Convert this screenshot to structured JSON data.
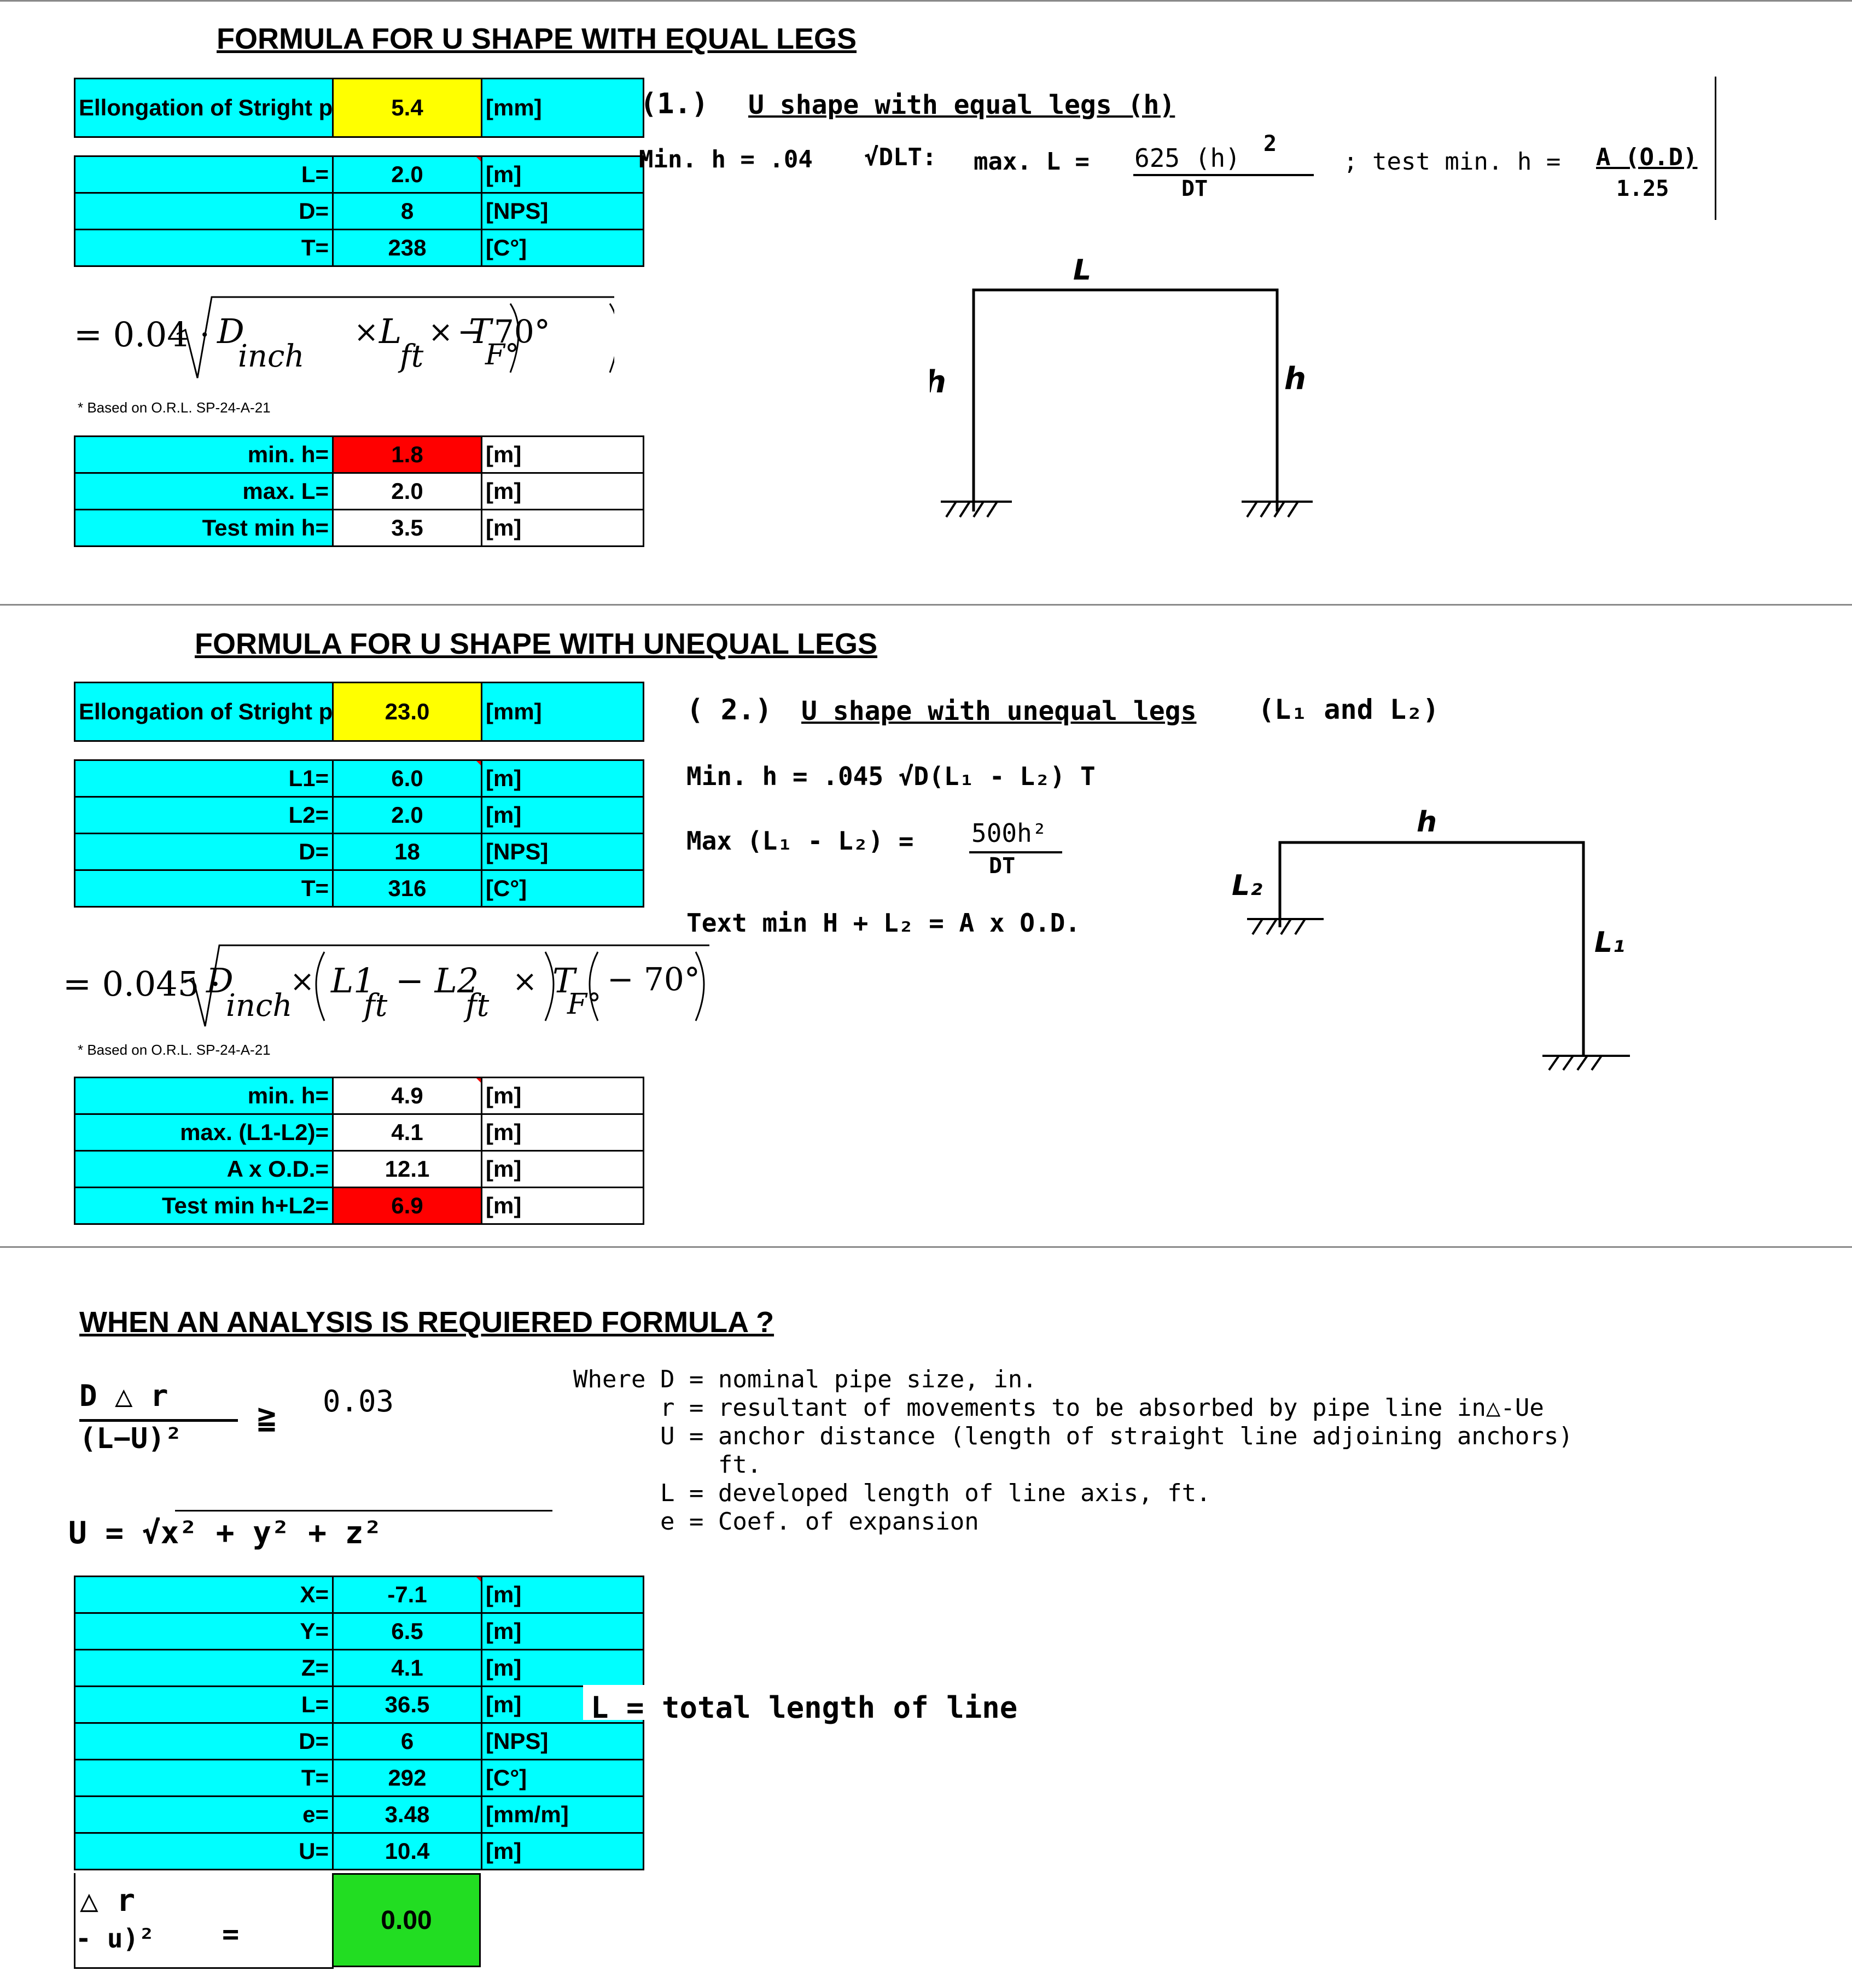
{
  "section1": {
    "title": "FORMULA FOR U SHAPE WITH EQUAL LEGS",
    "elongation_label": "Ellongation of Stright pipe for C.S.",
    "elongation_value": "5.4",
    "elongation_unit": "[mm]",
    "inputs": [
      {
        "label": "L=",
        "value": "2.0",
        "unit": "[m]"
      },
      {
        "label": "D=",
        "value": "8",
        "unit": "[NPS]"
      },
      {
        "label": "T=",
        "value": "238",
        "unit": "[C°]"
      }
    ],
    "formula": {
      "prefix": "= 0.04 ·",
      "d": "D",
      "d_sub": "inch",
      "times": "×",
      "l": "L",
      "l_sub": "ft",
      "t": "T",
      "t_sub": "F°",
      "minus70": "− 70°"
    },
    "note": "* Based on O.R.L. SP-24-A-21",
    "results": [
      {
        "label": "min. h=",
        "value": "1.8",
        "unit": "[m]"
      },
      {
        "label": "max. L=",
        "value": "2.0",
        "unit": "[m]"
      },
      {
        "label": "Test min h=",
        "value": "3.5",
        "unit": "[m]"
      }
    ],
    "scan": {
      "num": "(1.)",
      "heading": "U shape with equal legs (h)",
      "line": "Min. h = .04",
      "sqrt": "√DLT:",
      "maxL": "max. L =",
      "frac1_num": "625 (h)",
      "frac1_exp": "2",
      "frac1_den": "DT",
      "test": "; test min. h =",
      "frac2_num": "A (O.D)",
      "frac2_den": "1.25",
      "diag_top": "L",
      "diag_left": "h",
      "diag_right": "h"
    }
  },
  "section2": {
    "title": "FORMULA FOR U SHAPE WITH UNEQUAL LEGS",
    "elongation_label": "Ellongation of Stright pipe for C.S.",
    "elongation_value": "23.0",
    "elongation_unit": "[mm]",
    "inputs": [
      {
        "label": "L1=",
        "value": "6.0",
        "unit": "[m]"
      },
      {
        "label": "L2=",
        "value": "2.0",
        "unit": "[m]"
      },
      {
        "label": "D=",
        "value": "18",
        "unit": "[NPS]"
      },
      {
        "label": "T=",
        "value": "316",
        "unit": "[C°]"
      }
    ],
    "formula": {
      "prefix": "= 0.045 ·",
      "d": "D",
      "d_sub": "inch",
      "l1": "L1",
      "l1_sub": "ft",
      "l2": "− L2",
      "l2_sub": "ft",
      "t": "T",
      "t_sub": "F°",
      "minus70": "− 70°",
      "times": "×"
    },
    "note": "* Based on O.R.L. SP-24-A-21",
    "results": [
      {
        "label": "min. h=",
        "value": "4.9",
        "unit": "[m]"
      },
      {
        "label": "max. (L1-L2)=",
        "value": "4.1",
        "unit": "[m]"
      },
      {
        "label": "A x O.D.=",
        "value": "12.1",
        "unit": "[m]"
      },
      {
        "label": "Test min h+L2=",
        "value": "6.9",
        "unit": "[m]"
      }
    ],
    "scan": {
      "num": "( 2.)",
      "heading": "U shape with unequal legs",
      "heading_tail": "(L₁ and L₂)",
      "line1": "Min. h = .045 √D(L₁ - L₂) T",
      "line2a": "Max  (L₁ - L₂) =",
      "line2_num": "500h²",
      "line2_den": "DT",
      "line3": "Text min H + L₂ = A x O.D.",
      "diag_top": "h",
      "diag_left": "L₂",
      "diag_right": "L₁"
    }
  },
  "section3": {
    "title": "WHEN AN ANALYSIS IS REQUIERED FORMULA ?",
    "crit_num": "D △ r",
    "crit_den": "(L−U)²",
    "crit_ge": "≧",
    "crit_val": "0.03",
    "u_formula": "U = √x²   +   y²   + z²",
    "where": [
      "Where D = nominal pipe size, in.",
      "      r = resultant of movements to be absorbed by pipe line in△-Ue",
      "      U = anchor distance (length of straight line adjoining anchors)",
      "          ft.",
      "      L = developed length of line axis, ft.",
      "      e = Coef. of expansion"
    ],
    "inputs": [
      {
        "label": "X=",
        "value": "-7.1",
        "unit": "[m]"
      },
      {
        "label": "Y=",
        "value": "6.5",
        "unit": "[m]"
      },
      {
        "label": "Z=",
        "value": "4.1",
        "unit": "[m]"
      },
      {
        "label": "L=",
        "value": "36.5",
        "unit": "[m]"
      },
      {
        "label": "D=",
        "value": "6",
        "unit": "[NPS]"
      },
      {
        "label": "T=",
        "value": "292",
        "unit": "[C°]"
      },
      {
        "label": "e=",
        "value": "3.48",
        "unit": "[mm/m]"
      },
      {
        "label": "U=",
        "value": "10.4",
        "unit": "[m]"
      }
    ],
    "l_note": "L = total length of line",
    "result_num": "△ r",
    "result_den": "- u)²",
    "result_eq": "=",
    "result_value": "0.00"
  }
}
